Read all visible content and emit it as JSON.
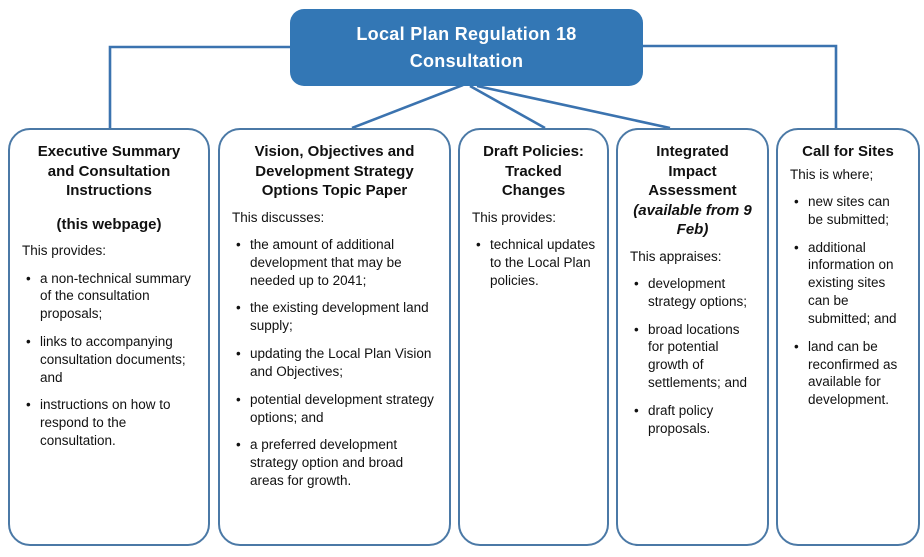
{
  "colors": {
    "root_fill": "#3377b5",
    "root_text": "#ffffff",
    "box_border": "#4b79a6",
    "connector_line": "#3b73af",
    "text": "#111111"
  },
  "root": {
    "title_line1": "Local Plan Regulation 18",
    "title_line2": "Consultation"
  },
  "boxes": [
    {
      "title": "Executive Summary and Consultation Instructions",
      "subtitle": "(this webpage)",
      "intro": "This provides:",
      "bullets": [
        "a non-technical summary of the consultation proposals;",
        "links to accompanying consultation documents; and",
        "instructions on how to respond to the consultation."
      ]
    },
    {
      "title": "Vision, Objectives and Development Strategy Options Topic Paper",
      "intro": "This discusses:",
      "bullets": [
        "the amount of additional development that may be needed up to 2041;",
        "the existing development land supply;",
        "updating the Local Plan Vision and Objectives;",
        "potential development strategy options; and",
        "a preferred development strategy option and broad areas for growth."
      ]
    },
    {
      "title": "Draft Policies: Tracked Changes",
      "intro": "This provides:",
      "bullets": [
        "technical updates to the Local Plan policies."
      ]
    },
    {
      "title": "Integrated Impact Assessment",
      "subtitle": "(available from 9 Feb)",
      "intro": "This appraises:",
      "bullets": [
        "development strategy options;",
        "broad locations for potential growth of settlements; and",
        "draft policy proposals."
      ]
    },
    {
      "title": "Call for Sites",
      "intro": "This is where;",
      "bullets": [
        "new sites can be submitted;",
        "additional information on existing sites can be submitted; and",
        "land can be reconfirmed as available for development."
      ]
    }
  ]
}
